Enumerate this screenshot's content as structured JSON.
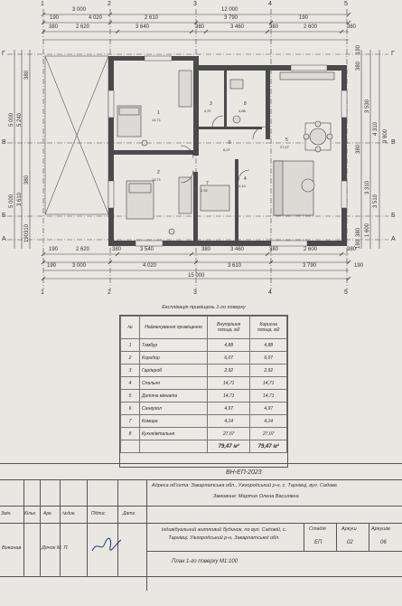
{
  "plan": {
    "dims_top": {
      "row1": [
        "3 000",
        "12 000"
      ],
      "row2": [
        "190",
        "4 020",
        "2 610",
        "3 790",
        "190"
      ],
      "row3": [
        "380",
        "2 620",
        "3 640",
        "380",
        "3 460",
        "380",
        "2 600",
        "380"
      ]
    },
    "dims_bottom": {
      "row1": [
        "190",
        "2 620",
        "380",
        "3 540",
        "380",
        "3 460",
        "380",
        "2 600",
        "380"
      ],
      "row2": [
        "190",
        "3 000",
        "4 020",
        "3 610",
        "3 790",
        "190"
      ],
      "row3": [
        "15 000"
      ]
    },
    "dims_left": [
      "5 000",
      "5 240",
      "5 000",
      "3 610",
      "310",
      "190",
      "380",
      "380"
    ],
    "dims_right": [
      "190",
      "380",
      "3 530",
      "4 310",
      "380",
      "9 800",
      "3 310",
      "3 510",
      "1 600",
      "380",
      "190"
    ],
    "axes_cols": [
      "1",
      "2",
      "3",
      "4",
      "5"
    ],
    "axes_rows": [
      "Г",
      "В",
      "Б",
      "А"
    ],
    "room_labels": [
      "1",
      "2",
      "3",
      "4",
      "5",
      "6",
      "7",
      "8"
    ],
    "room_areas": [
      "14,71",
      "14,71",
      "4,97",
      "4,14",
      "27,07",
      "6,07",
      "2,92",
      "4,88"
    ]
  },
  "explication": {
    "title": "Експлікація приміщень 1-го поверху",
    "headers": [
      "№",
      "Найменування приміщення",
      "Внутрішня площа, м2",
      "Корисна площа, м2"
    ],
    "rows": [
      {
        "n": "1",
        "name": "Тамбур",
        "a1": "4,88",
        "a2": "4,88"
      },
      {
        "n": "2",
        "name": "Коридор",
        "a1": "6,07",
        "a2": "6,07"
      },
      {
        "n": "3",
        "name": "Гардероб",
        "a1": "2,92",
        "a2": "2,92"
      },
      {
        "n": "4",
        "name": "Спальня",
        "a1": "14,71",
        "a2": "14,71"
      },
      {
        "n": "5",
        "name": "Дитяча кімната",
        "a1": "14,71",
        "a2": "14,71"
      },
      {
        "n": "6",
        "name": "Санвузол",
        "a1": "4,97",
        "a2": "4,97"
      },
      {
        "n": "7",
        "name": "Комора",
        "a1": "4,14",
        "a2": "4,14"
      },
      {
        "n": "8",
        "name": "Кухня/вітальня",
        "a1": "27,07",
        "a2": "27,07"
      }
    ],
    "total1": "79,47 м²",
    "total2": "79,47 м²"
  },
  "stamp": {
    "code": "ВН-ЕП-2023",
    "address": "Адреса об'єкта: Закарпатська обл., Ужгородський р-н, с. Тарнівці, вул. Садова",
    "client": "Замовник: Мартин Олена Василівна",
    "col_headers": [
      "Змін.",
      "Кільк.",
      "Арк.",
      "№док.",
      "Підпис",
      "Дата"
    ],
    "role": "Виконав",
    "author": "Дячок М. П.",
    "description": "Індивідуальний житловий будинок, по вул. Садовій, с. Тарнівці, Ужгородський р-н, Закарпатської обл.",
    "stage_label": "Стадія",
    "stage_value": "ЕП",
    "sheet_label": "Аркуш",
    "sheet_value": "02",
    "sheets_label": "Аркушів",
    "sheets_value": "06",
    "sheet_title": "План 1-го поверху М1:100"
  }
}
